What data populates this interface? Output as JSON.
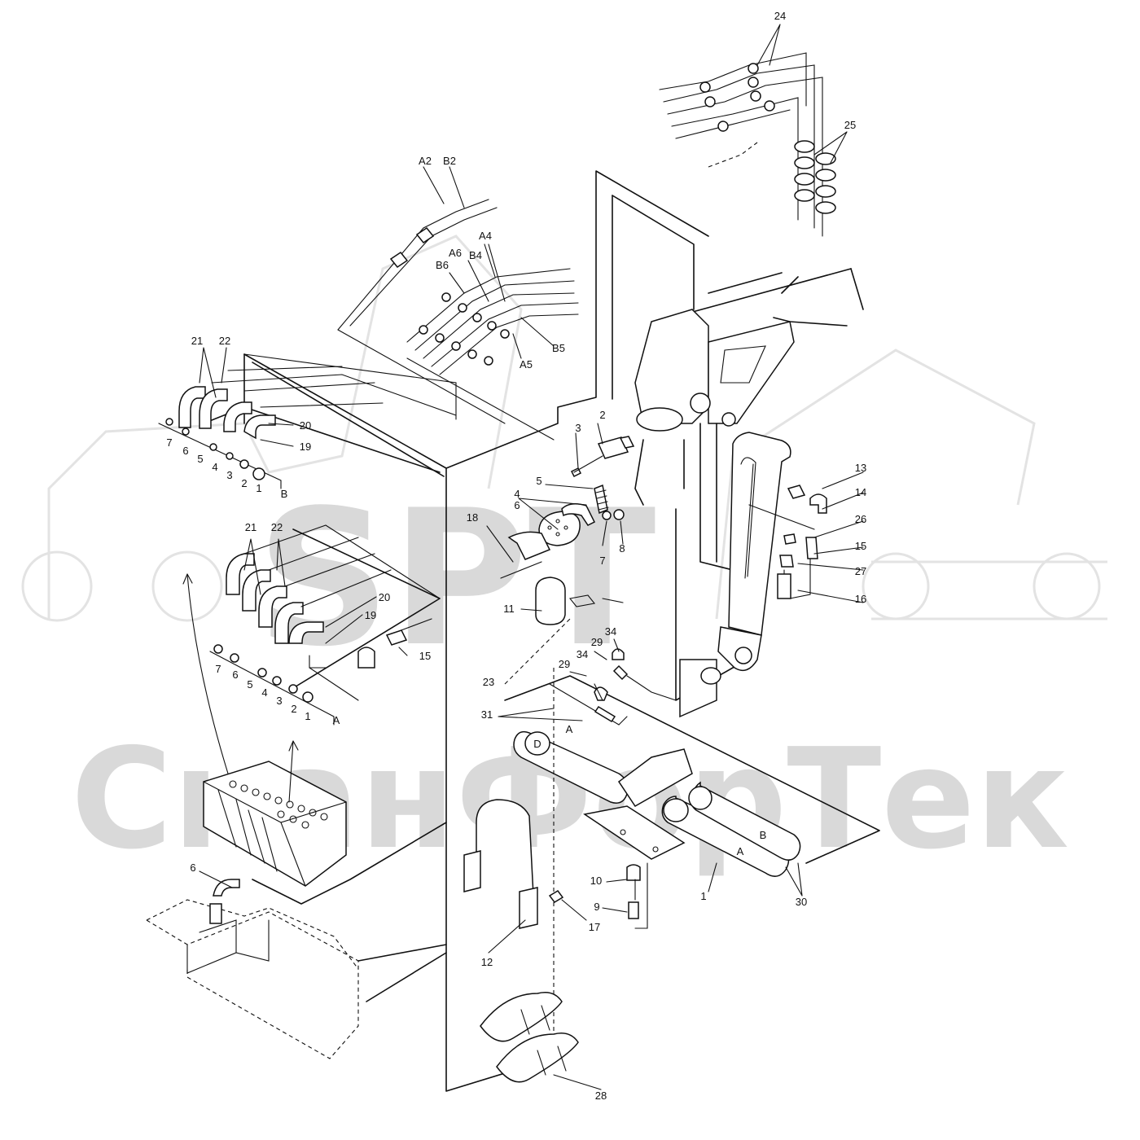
{
  "watermark": {
    "logo_text": "SPT",
    "company_name": "СканФорТек",
    "color": "#d9d9d9"
  },
  "callouts": {
    "n1": "1",
    "n2": "2",
    "n3": "3",
    "n4": "4",
    "n5": "5",
    "n6": "6",
    "n7": "7",
    "n8": "8",
    "n9": "9",
    "n10": "10",
    "n11": "11",
    "n12": "12",
    "n13": "13",
    "n14": "14",
    "n15": "15",
    "n16": "16",
    "n17": "17",
    "n18": "18",
    "n19": "19",
    "n20": "20",
    "n21": "21",
    "n22": "22",
    "n23": "23",
    "n24": "24",
    "n25": "25",
    "n26": "26",
    "n27": "27",
    "n28": "28",
    "n29": "29",
    "n30": "30",
    "n31": "31",
    "n34": "34"
  },
  "hose_labels": {
    "A2": "A2",
    "B2": "B2",
    "A4": "A4",
    "B4": "B4",
    "A5": "A5",
    "B5": "B5",
    "A6": "A6",
    "B6": "B6"
  },
  "port_labels": {
    "A": "A",
    "B": "B",
    "D": "D",
    "p1": "1",
    "p2": "2",
    "p3": "3",
    "p4": "4",
    "p5": "5",
    "p6": "6",
    "p7": "7"
  }
}
